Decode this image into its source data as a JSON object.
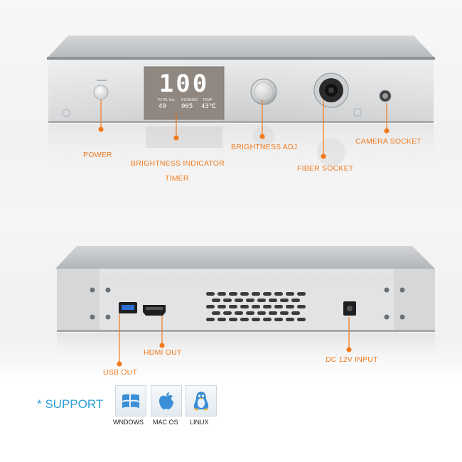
{
  "display": {
    "brightness_value": "100",
    "total_label": "TOTAL",
    "hrs_label": "Hrs",
    "running_label": "RUNNING",
    "temp_label": "TEMP",
    "total_value": "49",
    "running_value": "005",
    "temp_value": "43℃"
  },
  "front_labels": {
    "power": "POWER",
    "brightness_indicator": "BRIGHTNESS INDICATOR",
    "timer": "TIMER",
    "brightness_adj": "BRIGHTNESS ADJ",
    "fiber_socket": "FIBER SOCKET",
    "camera_socket": "CAMERA SOCKET"
  },
  "rear_labels": {
    "hdmi_out": "HDMI OUT",
    "usb_out": "USB OUT",
    "dc_input": "DC 12V INPUT"
  },
  "support": {
    "title": "* SUPPORT",
    "os": [
      {
        "label": "WNDOWS",
        "icon": "windows-logo-icon"
      },
      {
        "label": "MAC OS",
        "icon": "apple-logo-icon"
      },
      {
        "label": "LINUX",
        "icon": "linux-penguin-icon"
      }
    ]
  },
  "colors": {
    "label_orange": "#f07a1e",
    "support_blue": "#2a9fd8",
    "display_digits": "#ffffff",
    "display_bg": "#8f8780"
  }
}
